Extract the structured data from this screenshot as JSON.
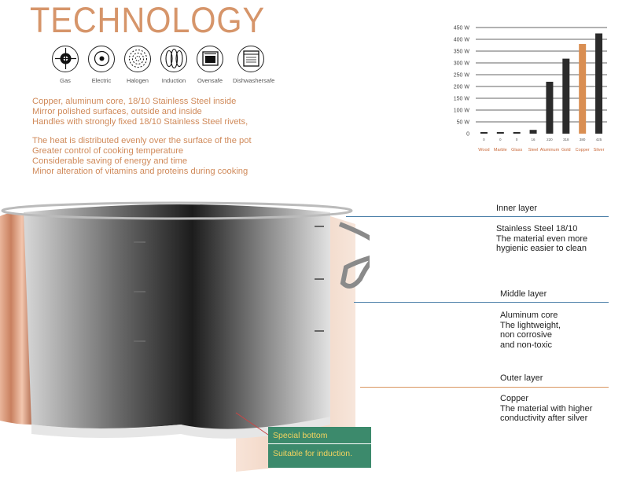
{
  "title": "TECHNOLOGY",
  "icons": [
    {
      "name": "gas-icon",
      "label": "Gas"
    },
    {
      "name": "electric-icon",
      "label": "Electric"
    },
    {
      "name": "halogen-icon",
      "label": "Halogen"
    },
    {
      "name": "induction-icon",
      "label": "Induction"
    },
    {
      "name": "ovensafe-icon",
      "label": "Ovensafe"
    },
    {
      "name": "dishwashersafe-icon",
      "label": "Dishwashersafe"
    }
  ],
  "features_block1": [
    "Copper, aluminum core, 18/10 Stainless Steel inside",
    "Mirror polished surfaces, outside and inside",
    "Handles with strongly fixed 18/10 Stainless Steel rivets,"
  ],
  "features_block2": [
    "The heat is distributed evenly over the surface of the pot",
    "Greater control of cooking temperature",
    "Considerable saving of energy and time",
    "Minor alteration of vitamins and proteins during cooking"
  ],
  "layers": {
    "inner": {
      "title": "Inner layer",
      "lines": [
        "Stainless Steel 18/10",
        "The material even more",
        "hygienic easier to clean"
      ]
    },
    "middle": {
      "title": "Middle layer",
      "lines": [
        "Aluminum core",
        "The lightweight,",
        "non corrosive",
        "and non-toxic"
      ]
    },
    "outer": {
      "title": "Outer layer",
      "lines": [
        "Copper",
        "The material with higher",
        "conductivity after silver"
      ]
    }
  },
  "special": {
    "line1": "Special bottom",
    "line2": "Suitable for induction."
  },
  "colors": {
    "accent": "#d6956a",
    "copper_bar": "#d98e52",
    "dark_bar": "#2b2b2b",
    "special_bg": "#3c8a6c",
    "special_text": "#f3d35f",
    "inner_line": "#4a7fa8",
    "middle_line": "#4a7fa8",
    "outer_line": "#d9955f"
  },
  "chart_data": {
    "type": "bar",
    "categories": [
      "Wood",
      "Marble",
      "Glass",
      "Steel",
      "Aluminum",
      "Gold",
      "Copper",
      "Silver"
    ],
    "values": [
      0,
      0,
      0,
      16,
      220,
      318,
      380,
      425
    ],
    "value_labels": [
      "0",
      "0",
      "0",
      "16",
      "220",
      "318",
      "380",
      "425"
    ],
    "highlight": "Copper",
    "yticks": [
      "450 W",
      "400 W",
      "350 W",
      "300 W",
      "250 W",
      "200 W",
      "150 W",
      "100 W",
      "50 W",
      "0"
    ],
    "ylim": [
      0,
      450
    ]
  }
}
